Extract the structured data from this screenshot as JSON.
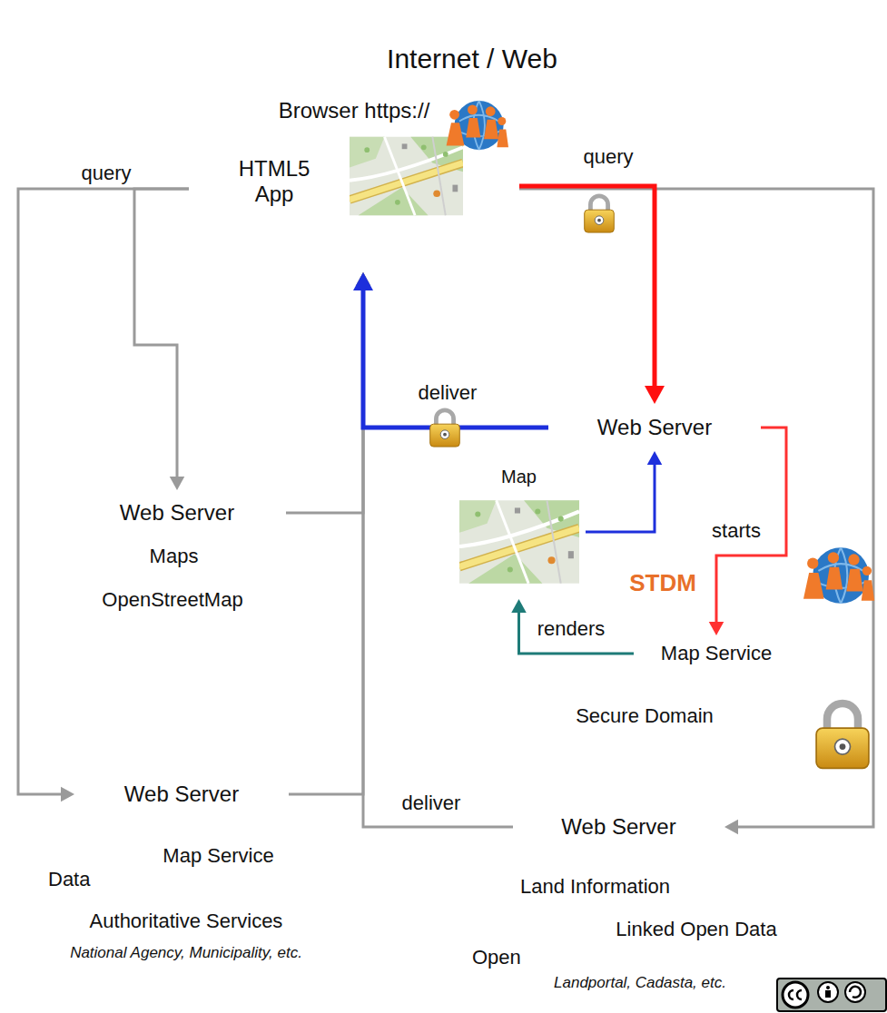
{
  "diagram": {
    "nodes": [
      {
        "text": [
          "Internet / Web"
        ]
      },
      {
        "text": [
          "Browser https://"
        ],
        "in": 0
      },
      {
        "text": [
          "HTML5 App"
        ],
        "in": 1
      },
      {
        "text": [
          "STDM",
          "Secure Domain"
        ]
      },
      {
        "text": [
          "Web Server"
        ],
        "in": 3
      },
      {
        "text": [
          "Map"
        ],
        "in": 3
      },
      {
        "text": [
          "Map Service"
        ],
        "in": 3
      },
      {
        "text": [
          "OpenStreetMap"
        ]
      },
      {
        "text": [
          "Web Server"
        ],
        "in": 7
      },
      {
        "text": [
          "Maps"
        ],
        "in": 7
      },
      {
        "text": [
          "Authoritative Services",
          "National Agency, Municipality, etc."
        ]
      },
      {
        "text": [
          "Web Server"
        ],
        "in": 10
      },
      {
        "text": [
          "Data"
        ],
        "in": 10
      },
      {
        "text": [
          "Map Service"
        ],
        "in": 10
      },
      {
        "text": [
          "Open",
          "Landportal, Cadasta, etc."
        ]
      },
      {
        "text": [
          "Web Server"
        ],
        "in": 14
      },
      {
        "text": [
          "Land Information"
        ],
        "in": 14
      },
      {
        "text": [
          "Linked Open Data"
        ],
        "in": 14
      }
    ],
    "edges": [
      {
        "from": 1,
        "to": 4,
        "label": "query",
        "arrow": "to"
      },
      {
        "from": 4,
        "to": 1,
        "label": "deliver",
        "arrow": "to"
      },
      {
        "from": 4,
        "to": 6,
        "label": "starts",
        "arrow": "to"
      },
      {
        "from": 6,
        "to": 5,
        "label": "renders",
        "arrow": "to"
      },
      {
        "from": 5,
        "to": 4,
        "arrow": "to"
      },
      {
        "from": 1,
        "to": 8,
        "label": "query",
        "arrow": "to"
      },
      {
        "from": 1,
        "to": 11,
        "arrow": "to"
      },
      {
        "from": 1,
        "to": 15,
        "arrow": "to"
      },
      {
        "from": 8,
        "to": 1,
        "arrow": "to"
      },
      {
        "from": 11,
        "to": 1,
        "arrow": "to"
      },
      {
        "from": 15,
        "to": 1,
        "label": "deliver",
        "arrow": "to"
      }
    ]
  }
}
